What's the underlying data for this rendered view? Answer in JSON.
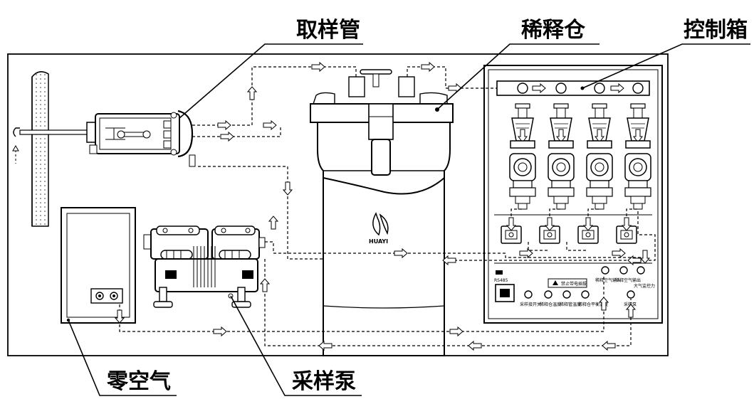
{
  "labels": {
    "sampling_tube": "取样管",
    "dilution_chamber": "稀释仓",
    "control_box": "控制箱",
    "zero_air": "零空气",
    "sampling_pump": "采样泵"
  },
  "logo": {
    "brand": "HUAYI"
  },
  "panel": {
    "rs485": "RS485",
    "warning": "禁止带电插拔",
    "ports_row1": [
      "稀释空气输入",
      "稀释空气输出",
      "大气监控力"
    ],
    "ports_row2": [
      "采样接开关",
      "稀释仓温度",
      "稀释管温度",
      "稀释仓平衡温度"
    ],
    "ports_side": "采样泵"
  },
  "colors": {
    "line": "#000000",
    "background": "#ffffff"
  }
}
